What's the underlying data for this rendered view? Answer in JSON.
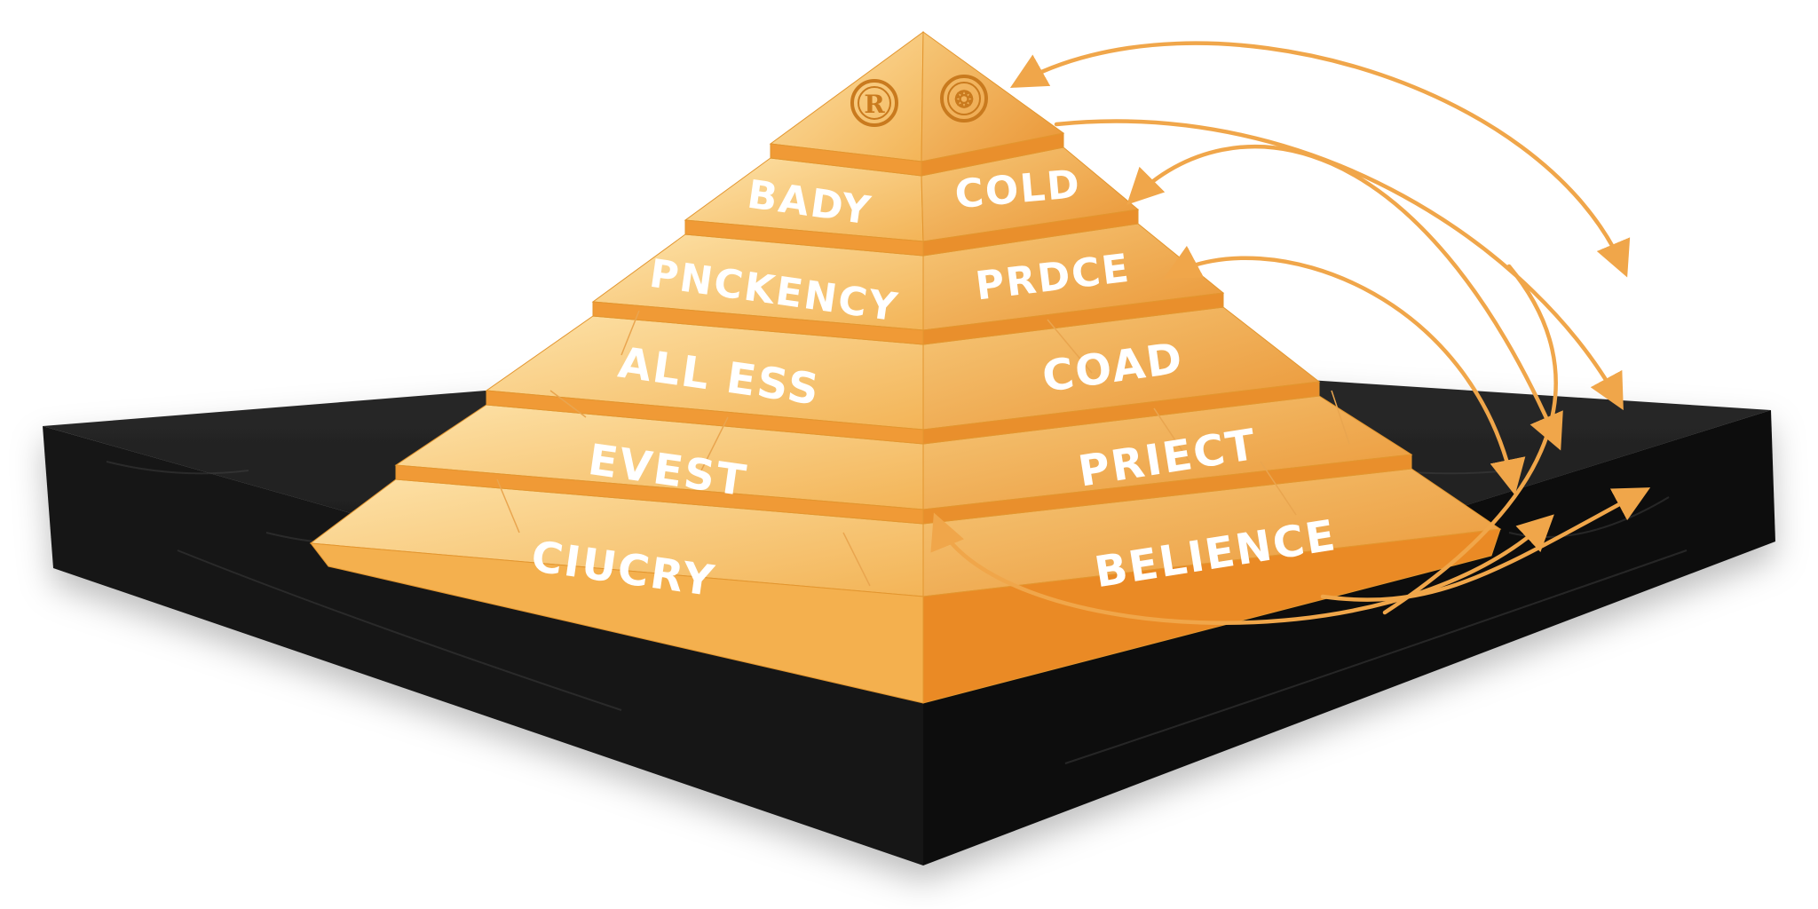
{
  "diagram": {
    "type": "pyramid",
    "tiers_top_to_bottom": [
      {
        "left": "",
        "right": ""
      },
      {
        "left": "BADY",
        "right": "COLD"
      },
      {
        "left": "PNCKENCY",
        "right": "PRDCE"
      },
      {
        "left": "ALL ESS",
        "right": "COAD"
      },
      {
        "left": "EVEST",
        "right": "PRIECT"
      },
      {
        "left": "CIUCRY",
        "right": "BELIENCE"
      }
    ],
    "apex_emblems": [
      {
        "glyph": "R",
        "icon": "monogram-seal-icon"
      },
      {
        "glyph": "❂",
        "icon": "ornate-seal-icon"
      }
    ],
    "colors": {
      "left_face_light": "#fbd796",
      "left_face_dark": "#f4b457",
      "right_face_light": "#f3c06e",
      "right_face_dark": "#e98f2c",
      "bottom_right_face": "#ea8a25",
      "ledge": "#f09a36",
      "arrow": "#f0a64a",
      "base_top": "#1e1e1e",
      "base_side": "#111111",
      "label": "#ffffff",
      "emblem": "#c97a1e"
    },
    "arrows_count": 7
  }
}
